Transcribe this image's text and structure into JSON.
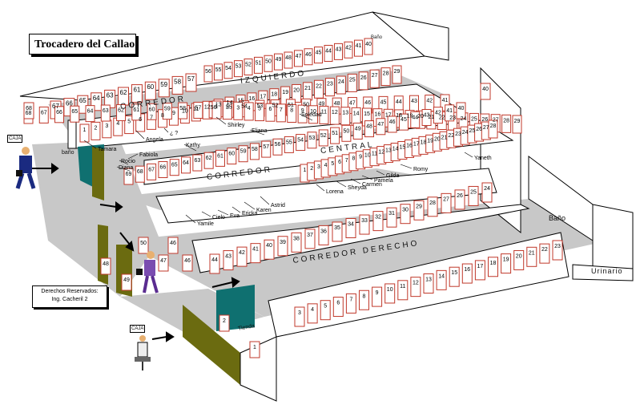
{
  "title": "Trocadero del Callao",
  "credit": {
    "line1": "Derechos Reservados:",
    "line2": "Ing. Cacheril 2"
  },
  "corridors": {
    "izquierdo": "IZQUIERDO",
    "corredor_top": "CORREDOR",
    "central": "CENTRAL",
    "corredor_mid": "CORREDOR",
    "corredor_derecho": "CORREDOR    DERECHO"
  },
  "places": {
    "bano_top": "Baño",
    "bano_left": "baño",
    "bano_right": "Baño",
    "urinario": "Urinario",
    "tienda": "Tienda",
    "caja_top": "CAJA",
    "caja_bottom": "CAJA"
  },
  "names": [
    "Tamara",
    "Angela",
    "¿ ?",
    "Shirley",
    "Soledad",
    "Eliana",
    "Kathy",
    "Fabiola",
    "Rocio",
    "Diana",
    "Yaneth",
    "Romy",
    "Gilda",
    "Pamela",
    "Carmen",
    "Sheyda",
    "Lorena",
    "Astrid",
    "Karen",
    "Ericka",
    "Eva",
    "Cielo",
    "Yamile"
  ],
  "rooms": {
    "row_top_back": [
      "56",
      "55",
      "54",
      "53",
      "52",
      "51",
      "50",
      "49",
      "48",
      "47",
      "46",
      "45",
      "44",
      "43",
      "42",
      "41",
      "40"
    ],
    "row_left_upper": [
      "67",
      "66",
      "65",
      "64",
      "63",
      "62",
      "61",
      "60",
      "59",
      "58",
      "57"
    ],
    "row_izq_front": [
      "1",
      "2",
      "3",
      "4",
      "5",
      "6",
      "7",
      "8",
      "9",
      "10",
      "11",
      "12",
      "13",
      "14",
      "15",
      "16",
      "17",
      "18",
      "19",
      "20",
      "21",
      "22",
      "23",
      "24",
      "25",
      "26",
      "27",
      "28",
      "29"
    ],
    "row_central_back": [
      "68",
      "67",
      "66",
      "65",
      "64",
      "63",
      "62",
      "61",
      "60",
      "59",
      "58",
      "57",
      "56",
      "55",
      "54",
      "53",
      "52",
      "51",
      "50",
      "49",
      "48",
      "47",
      "46",
      "45",
      "44",
      "43",
      "42",
      "41"
    ],
    "row_central_front": [
      "1",
      "2",
      "3",
      "4",
      "5",
      "6",
      "7",
      "8",
      "9",
      "10",
      "11",
      "12",
      "13",
      "14",
      "15",
      "16",
      "17",
      "18",
      "19",
      "20",
      "21",
      "22",
      "23",
      "24",
      "25",
      "26",
      "27",
      "28",
      "29"
    ],
    "row_mid_back": [
      "69",
      "68",
      "67",
      "66",
      "65",
      "64",
      "63",
      "62",
      "61",
      "60",
      "59",
      "58",
      "57",
      "56",
      "55",
      "54",
      "53",
      "52",
      "51",
      "50",
      "49",
      "48",
      "47",
      "46",
      "45",
      "44",
      "43",
      "42",
      "41",
      "40"
    ],
    "row_mid_front": [
      "1",
      "2",
      "3",
      "4",
      "5",
      "6",
      "7",
      "8",
      "9",
      "10",
      "11",
      "12",
      "13",
      "14",
      "15",
      "16",
      "17",
      "18",
      "19",
      "20",
      "21",
      "22",
      "23",
      "24",
      "25",
      "26",
      "27",
      "28"
    ],
    "row_der_back": [
      "44",
      "43",
      "42",
      "41",
      "40",
      "39",
      "38",
      "37",
      "36",
      "35",
      "34",
      "33",
      "32",
      "31",
      "30",
      "29",
      "28",
      "27",
      "26",
      "25",
      "24"
    ],
    "row_der_front": [
      "3",
      "4",
      "5",
      "6",
      "7",
      "8",
      "9",
      "10",
      "11",
      "12",
      "13",
      "14",
      "15",
      "16",
      "17",
      "18",
      "19",
      "20",
      "21",
      "22",
      "23"
    ],
    "singles": [
      "68",
      "40",
      "50",
      "46",
      "47",
      "46",
      "48",
      "49",
      "2",
      "1"
    ]
  },
  "colors": {
    "door": "#c0392b",
    "teal": "#0f7070",
    "olive": "#6b6b10",
    "floor": "#c8c8c8"
  }
}
